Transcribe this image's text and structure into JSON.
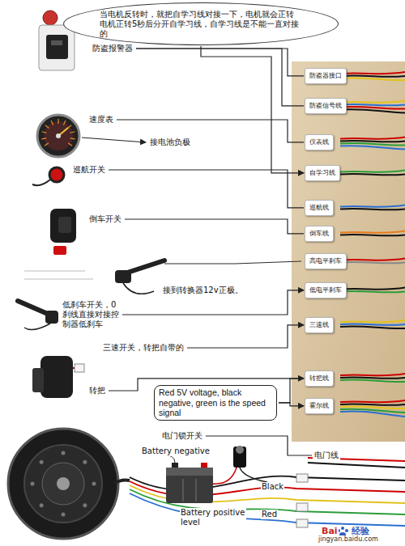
{
  "diagram": {
    "nodes": [
      {
        "text": [
          "当电机反转时，就把自学习线对接一下，电机就会正转 电机正转5秒后分开自学习线，自学习线是不能一直对接的"
        ]
      },
      {
        "text": [
          "防盗报警器"
        ]
      },
      {
        "text": [
          "防盗器接口"
        ]
      },
      {
        "text": [
          "防盗信号线"
        ]
      },
      {
        "text": [
          "速度表"
        ]
      },
      {
        "text": [
          "仪表线"
        ]
      },
      {
        "text": [
          "自学习线"
        ]
      },
      {
        "text": [
          "巡航开关"
        ]
      },
      {
        "text": [
          "巡航线"
        ]
      },
      {
        "text": [
          "倒车开关"
        ]
      },
      {
        "text": [
          "倒车线"
        ]
      },
      {
        "text": [
          "高电平刹车"
        ]
      },
      {
        "text": [
          "低电平刹车"
        ]
      },
      {
        "text": [
          "低刹车开关，0刹线直接对接控制器低刹车"
        ]
      },
      {
        "text": [
          "三速开关，转把自带的"
        ]
      },
      {
        "text": [
          "三速线"
        ]
      },
      {
        "text": [
          "转把线"
        ]
      },
      {
        "text": [
          "转把"
        ]
      },
      {
        "text": [
          "Red 5V voltage, black negative, green is the speed signal"
        ]
      },
      {
        "text": [
          "霍尔线"
        ]
      },
      {
        "text": [
          "电门锁开关"
        ]
      },
      {
        "text": [
          "电门线"
        ]
      }
    ],
    "edges": [
      {
        "from": 0,
        "to": 6,
        "arrow": "to"
      },
      {
        "from": 1,
        "to": 2,
        "arrow": "none"
      },
      {
        "from": 1,
        "to": 3,
        "arrow": "none"
      },
      {
        "from": 4,
        "to": 5,
        "arrow": "none"
      },
      {
        "from": 7,
        "to": 8,
        "arrow": "none"
      },
      {
        "from": 9,
        "to": 10,
        "arrow": "none"
      },
      {
        "from": 13,
        "to": 12,
        "arrow": "to"
      },
      {
        "from": 14,
        "to": 15,
        "arrow": "to"
      },
      {
        "from": 17,
        "to": 16,
        "arrow": "none"
      },
      {
        "from": 18,
        "to": 16,
        "arrow": "to"
      },
      {
        "from": 18,
        "to": 19,
        "arrow": "to"
      },
      {
        "from": 20,
        "to": 21,
        "arrow": "none"
      }
    ],
    "labels": [
      "接电池负极",
      "接到转换器12v正极。",
      "Battery negative",
      "Battery positive level",
      "Black",
      "Red",
      "Bai",
      "经验",
      "jingyan.baidu.com"
    ]
  }
}
